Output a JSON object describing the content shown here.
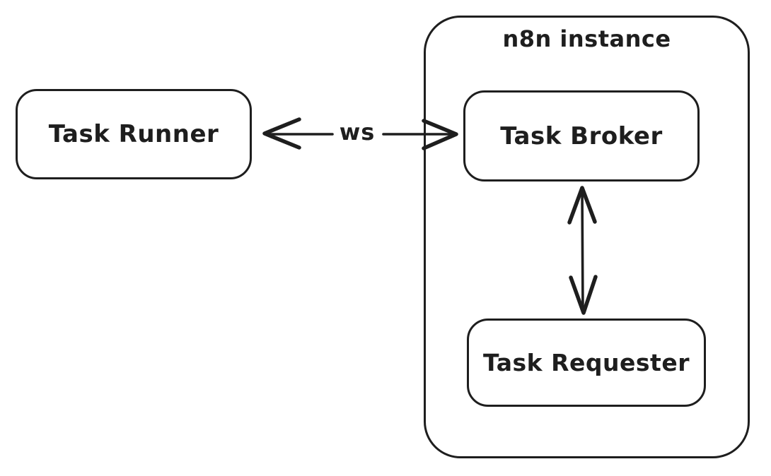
{
  "diagram": {
    "type": "architecture-diagram",
    "background_color": "#ffffff",
    "stroke_color": "#1e1e1e",
    "container": {
      "label": "n8n instance",
      "contains": [
        "Task Broker",
        "Task Requester"
      ]
    },
    "nodes": [
      {
        "id": "task-runner",
        "label": "Task Runner"
      },
      {
        "id": "task-broker",
        "label": "Task Broker"
      },
      {
        "id": "task-requester",
        "label": "Task Requester"
      }
    ],
    "edges": [
      {
        "from": "task-runner",
        "to": "task-broker",
        "label": "ws",
        "direction": "bidirectional",
        "orientation": "horizontal"
      },
      {
        "from": "task-broker",
        "to": "task-requester",
        "label": "",
        "direction": "bidirectional",
        "orientation": "vertical"
      }
    ]
  }
}
